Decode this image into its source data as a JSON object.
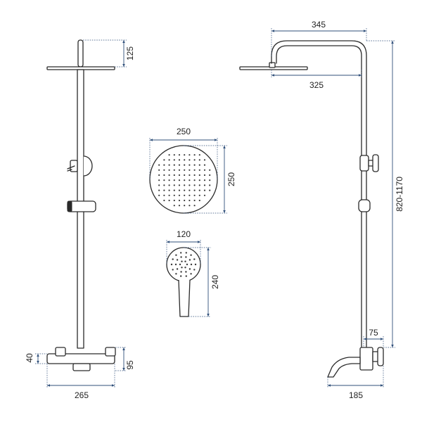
{
  "dimensions": {
    "front_view": {
      "head_height": "125",
      "valve_offset": "40",
      "valve_body_height": "95",
      "total_width": "265"
    },
    "head_detail": {
      "width": "250",
      "height": "250"
    },
    "hand_shower": {
      "width": "120",
      "length": "240"
    },
    "side_view": {
      "arm_reach": "345",
      "head_offset": "325",
      "column_height": "820-1170",
      "valve_depth": "75",
      "spout_reach": "185"
    }
  },
  "colors": {
    "line": "#2a2a2a",
    "dimension_line": "#2f4f7a"
  }
}
